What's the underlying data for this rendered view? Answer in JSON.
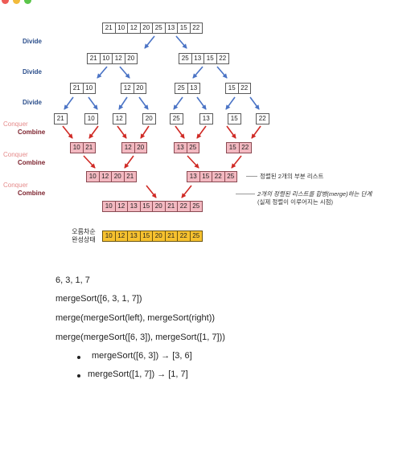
{
  "window": {
    "dot_colors": [
      "#ee5b55",
      "#f2bb3b",
      "#5bc54a"
    ]
  },
  "labels": {
    "divide": "Divide",
    "conquer": "Conquer",
    "combine": "Combine"
  },
  "rows": {
    "r0": [
      "21",
      "10",
      "12",
      "20",
      "25",
      "13",
      "15",
      "22"
    ],
    "r1a": [
      "21",
      "10",
      "12",
      "20"
    ],
    "r1b": [
      "25",
      "13",
      "15",
      "22"
    ],
    "r2a": [
      "21",
      "10"
    ],
    "r2b": [
      "12",
      "20"
    ],
    "r2c": [
      "25",
      "13"
    ],
    "r2d": [
      "15",
      "22"
    ],
    "r3": [
      "21",
      "10",
      "12",
      "20",
      "25",
      "13",
      "15",
      "22"
    ],
    "r4a": [
      "10",
      "21"
    ],
    "r4b": [
      "12",
      "20"
    ],
    "r4c": [
      "13",
      "25"
    ],
    "r4d": [
      "15",
      "22"
    ],
    "r5a": [
      "10",
      "12",
      "20",
      "21"
    ],
    "r5b": [
      "13",
      "15",
      "22",
      "25"
    ],
    "r6": [
      "10",
      "12",
      "13",
      "15",
      "20",
      "21",
      "22",
      "25"
    ],
    "r7": [
      "10",
      "12",
      "13",
      "15",
      "20",
      "21",
      "22",
      "25"
    ]
  },
  "notes": {
    "sorted_sublists": "정렬된 2개의 부분 리스트",
    "merge_step_1": "2개의 정렬된 리스트를 합병(merge)하는 단계",
    "merge_step_2": "(실제 정렬이 이루어지는 시점)"
  },
  "final_label": {
    "line1": "오름차순",
    "line2": "완성상태"
  },
  "code": {
    "line1": "6, 3, 1, 7",
    "line2": "mergeSort([6, 3, 1, 7])",
    "line3": "merge(mergeSort(left), mergeSort(right))",
    "line4": "merge(mergeSort([6, 3]), mergeSort([1, 7]))",
    "bullet1": "mergeSort([6, 3]) → [3, 6]",
    "bullet2": "mergeSort([1, 7]) → [1, 7]"
  },
  "colors": {
    "divide_arrow": "#4a73c5",
    "combine_arrow": "#d02a25",
    "pink_cell": "#f3b9c1",
    "gold_cell": "#f6c12f"
  }
}
